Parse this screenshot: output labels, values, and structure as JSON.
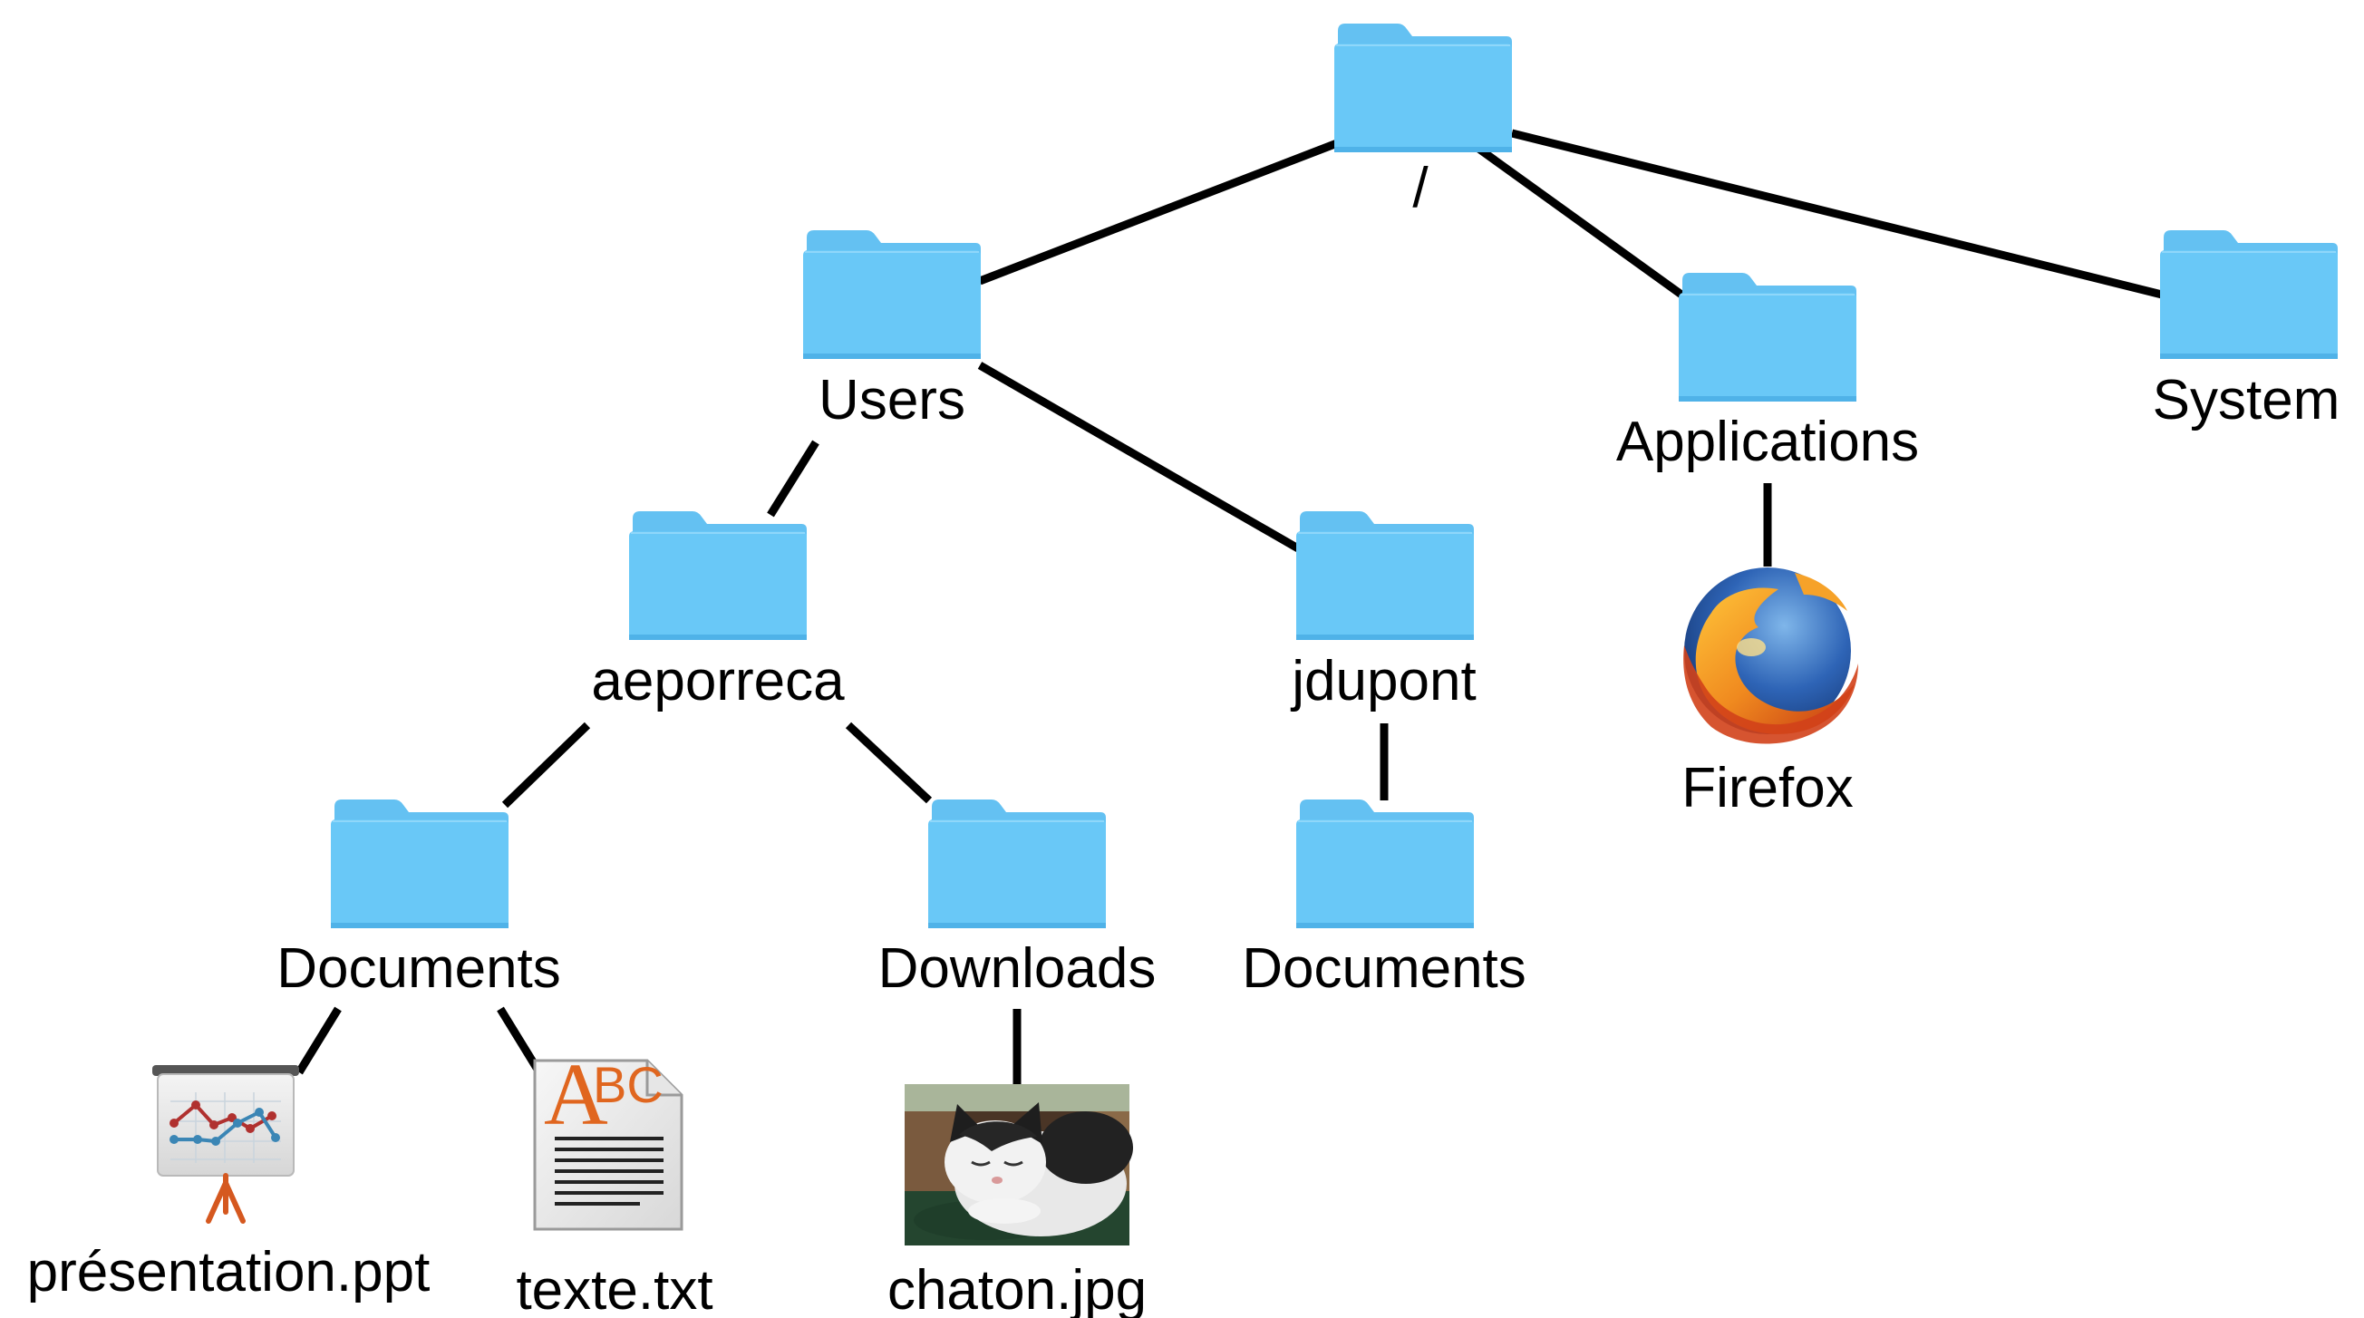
{
  "colors": {
    "folder": "#69c8f7",
    "folder_tab": "#64c1f2",
    "folder_base": "#4fb2e8",
    "connector": "#000000",
    "label": "#000000",
    "background": "#ffffff"
  },
  "nodes": {
    "root": {
      "label": "/",
      "icon": "folder-icon"
    },
    "users": {
      "label": "Users",
      "icon": "folder-icon"
    },
    "applications": {
      "label": "Applications",
      "icon": "folder-icon"
    },
    "system": {
      "label": "System",
      "icon": "folder-icon"
    },
    "aeporreca": {
      "label": "aeporreca",
      "icon": "folder-icon"
    },
    "jdupont": {
      "label": "jdupont",
      "icon": "folder-icon"
    },
    "firefox": {
      "label": "Firefox",
      "icon": "firefox-icon"
    },
    "ae_documents": {
      "label": "Documents",
      "icon": "folder-icon"
    },
    "ae_downloads": {
      "label": "Downloads",
      "icon": "folder-icon"
    },
    "jd_documents": {
      "label": "Documents",
      "icon": "folder-icon"
    },
    "presentation": {
      "label": "présentation.ppt",
      "icon": "presentation-icon"
    },
    "texte": {
      "label": "texte.txt",
      "icon": "text-document-icon"
    },
    "chaton": {
      "label": "chaton.jpg",
      "icon": "cat-photo-icon"
    }
  },
  "edges": [
    [
      "root",
      "users"
    ],
    [
      "root",
      "applications"
    ],
    [
      "root",
      "system"
    ],
    [
      "users",
      "aeporreca"
    ],
    [
      "users",
      "jdupont"
    ],
    [
      "applications",
      "firefox"
    ],
    [
      "aeporreca",
      "ae_documents"
    ],
    [
      "aeporreca",
      "ae_downloads"
    ],
    [
      "jdupont",
      "jd_documents"
    ],
    [
      "ae_documents",
      "presentation"
    ],
    [
      "ae_documents",
      "texte"
    ],
    [
      "ae_downloads",
      "chaton"
    ]
  ]
}
